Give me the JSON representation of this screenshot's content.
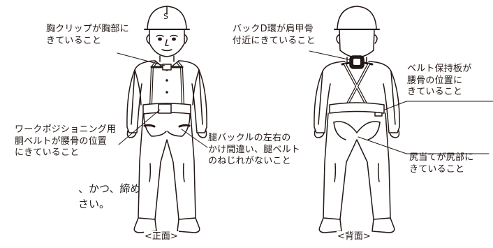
{
  "callouts": {
    "chest_clip": [
      "胸クリップが胸部に",
      "きていること"
    ],
    "back_d_ring": [
      "バックD環が肩甲骨",
      "付近にきていること"
    ],
    "belt_holder": [
      "ベルト保持板が",
      "腰骨の位置に",
      "きていること"
    ],
    "work_belt": [
      "ワークポジショニング用",
      "胴ベルトが腰骨の位置",
      "にきていること"
    ],
    "leg_buckle": [
      "腿バックルの左右の",
      "かけ間違い、腿ベルト",
      "のねじれがないこと"
    ],
    "buttock_pad": [
      "尻当てが尻部に",
      "きていること"
    ]
  },
  "captions": {
    "front": "<正面>",
    "back": "<背面>"
  },
  "body_text": [
    "、かつ、締め",
    "さい。"
  ]
}
